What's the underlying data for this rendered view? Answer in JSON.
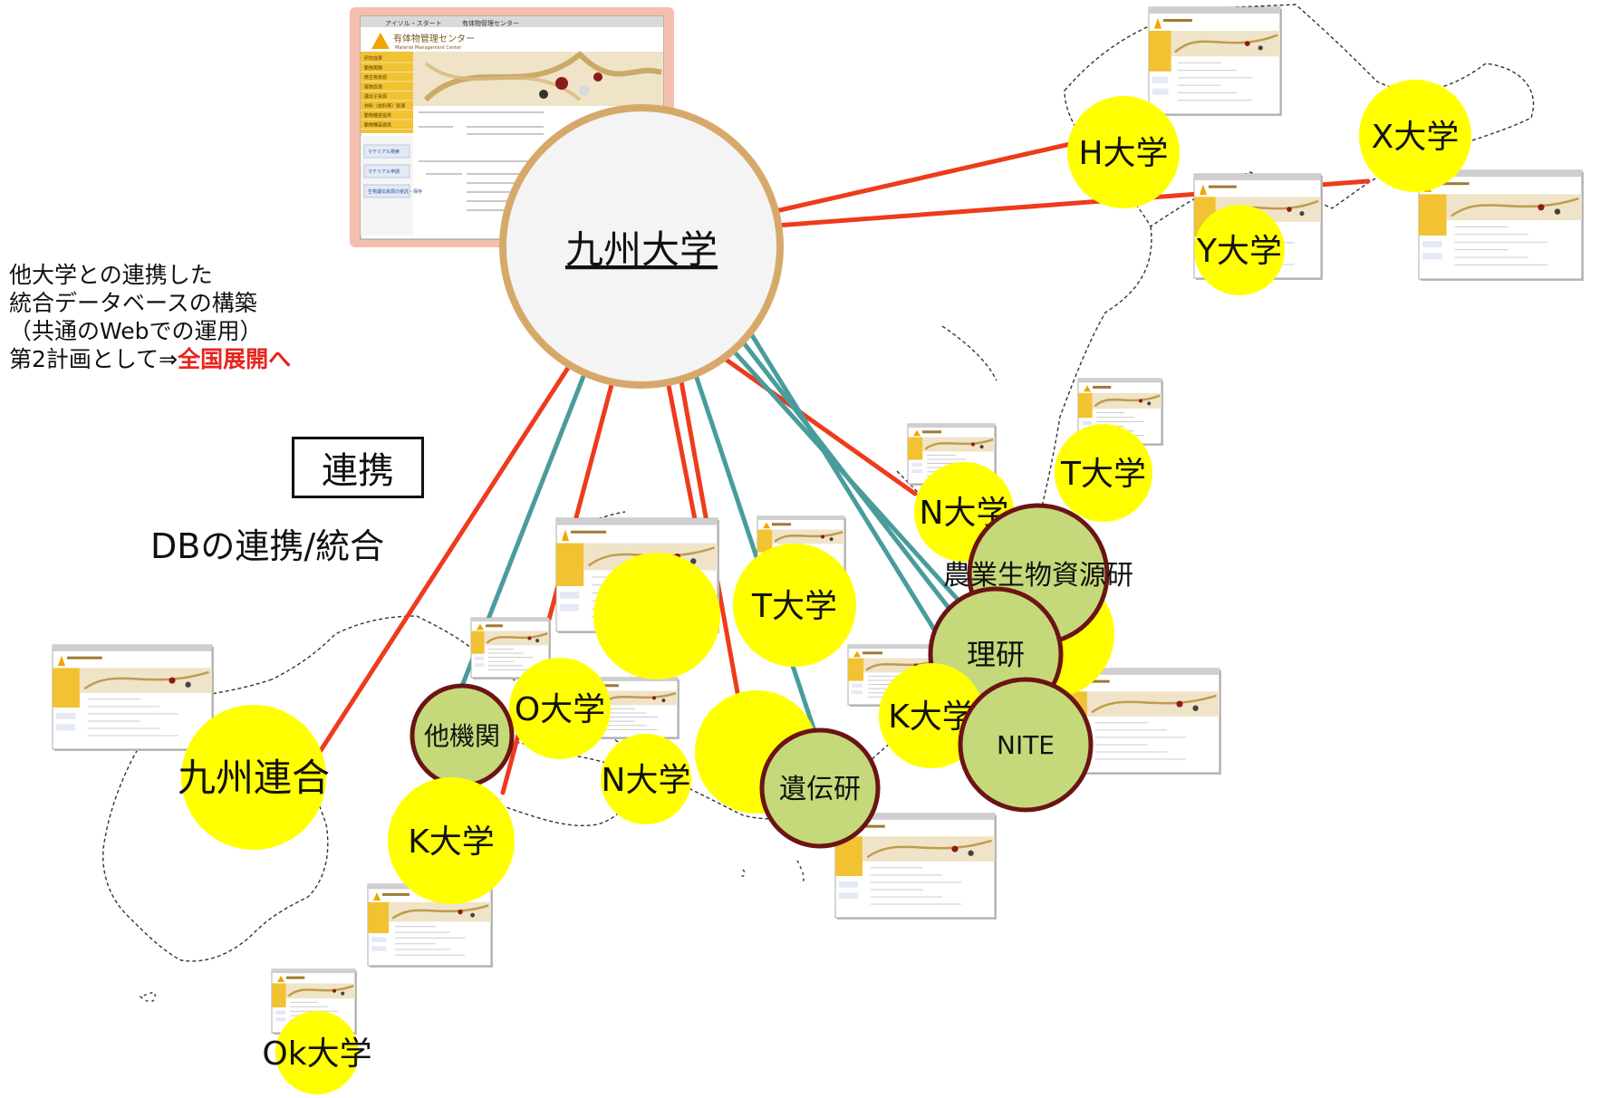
{
  "hub": {
    "label": "九州大学"
  },
  "side_text": {
    "line1": "他大学との連携した",
    "line2": "統合データベースの構築",
    "line3": "（共通のWebでの運用）",
    "line4_prefix": "第2計画として⇒",
    "line4_highlight": "全国展開へ"
  },
  "renkei_label": "連携",
  "db_label": "DBの連携/統合",
  "nodes": [
    {
      "label": "H大学",
      "kind": "university"
    },
    {
      "label": "X大学",
      "kind": "university"
    },
    {
      "label": "Y大学",
      "kind": "university"
    },
    {
      "label": "T大学",
      "kind": "university"
    },
    {
      "label": "N大学",
      "kind": "university"
    },
    {
      "label": "農業生物資源研",
      "kind": "institute"
    },
    {
      "label": "理研",
      "kind": "institute"
    },
    {
      "label": "T大学",
      "kind": "university"
    },
    {
      "label": "K大学",
      "kind": "university"
    },
    {
      "label": "NITE",
      "kind": "institute"
    },
    {
      "label": "遺伝研",
      "kind": "institute"
    },
    {
      "label": "N大学",
      "kind": "university"
    },
    {
      "label": "O大学",
      "kind": "university"
    },
    {
      "label": "他機関",
      "kind": "institute"
    },
    {
      "label": "九州連合",
      "kind": "university"
    },
    {
      "label": "K大学",
      "kind": "university"
    },
    {
      "label": "Ok大学",
      "kind": "university"
    }
  ],
  "screenshot_title": "有体物管理センター",
  "screenshot_subtitle": "Material Management Center",
  "main_screenshot_tabs": [
    "アイソル・スタート",
    "有体物管理センター"
  ],
  "main_screenshot_menu": [
    "研究成果",
    "動物実験",
    "微生物資源",
    "植物資源",
    "遺伝子資源",
    "材料（試料等）管理",
    "動物種苗提供",
    "動物種苗提供"
  ],
  "main_screenshot_buttons": [
    "マテリアル検索",
    "マテリアル申請",
    "生物遺伝資源の受託・保存"
  ],
  "colors": {
    "university": "#ffff00",
    "institute": "#c5d97a",
    "institute_border": "#6b1414",
    "hub_fill": "#f4f4f4",
    "hub_border": "#d6a96b",
    "red_line": "#ee3b1d",
    "teal_line": "#4a9c9c",
    "highlight": "#e8231c"
  }
}
